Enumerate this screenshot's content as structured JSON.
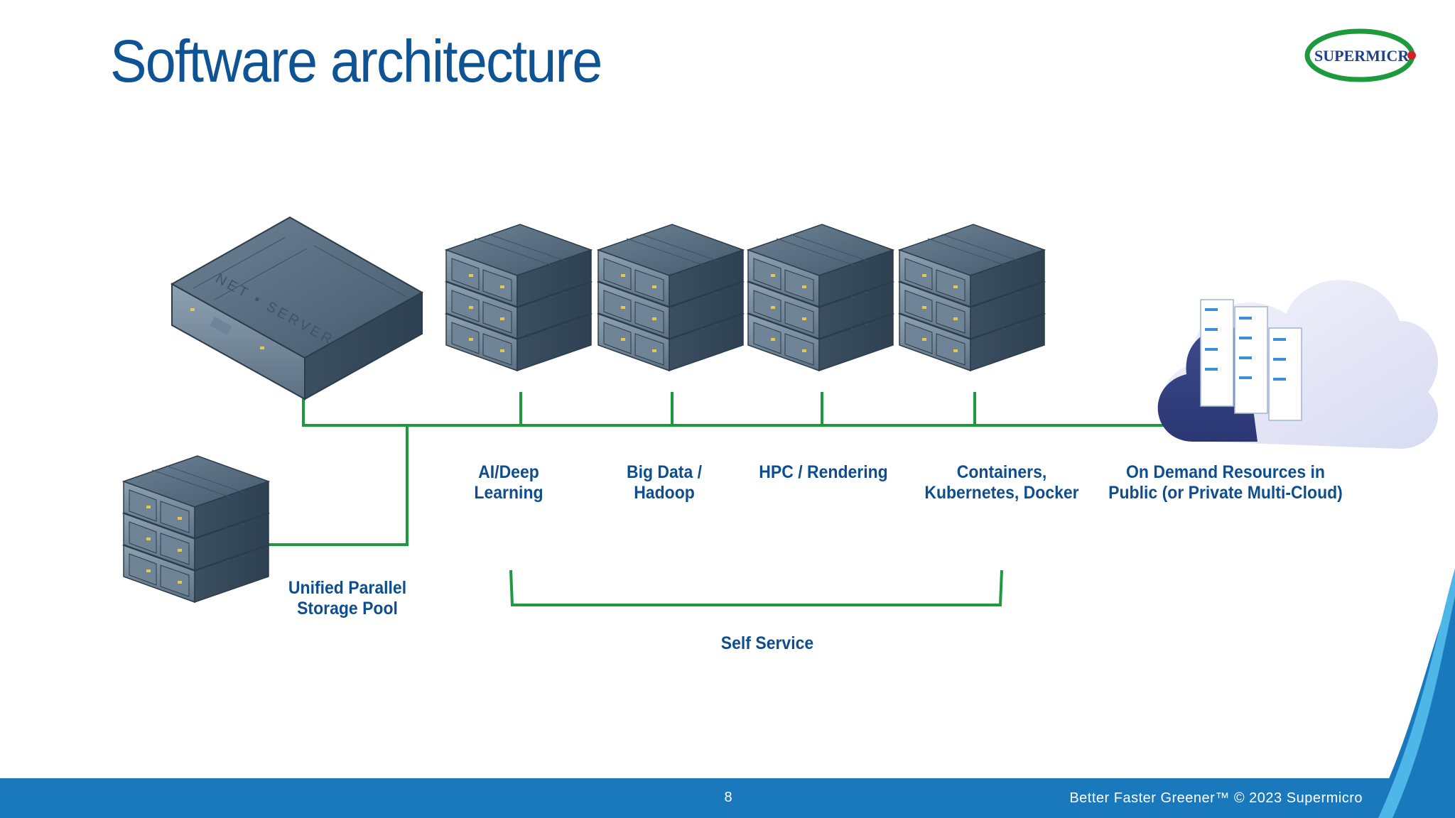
{
  "title": "Software architecture",
  "logo": {
    "text": "SUPERMICR",
    "brand_color": "#1e9a3e",
    "dot_color": "#d62027"
  },
  "labels": {
    "ai": "AI/Deep Learning",
    "bigdata": "Big Data /\nHadoop",
    "hpc": "HPC / Rendering",
    "containers": "Containers,\nKubernetes, Docker",
    "ondemand": "On Demand Resources in\nPublic (or Private Multi-Cloud)",
    "storage": "Unified Parallel\nStorage Pool",
    "self_service": "Self Service"
  },
  "server_panel_text": "NET • SERVER",
  "footer": {
    "page_number": "8",
    "tagline": "Better Faster Greener™  © 2023 Supermicro"
  },
  "colors": {
    "title": "#0e5394",
    "labels": "#0f4e8c",
    "connector": "#1e9a3e",
    "footer": "#1a78bd"
  }
}
